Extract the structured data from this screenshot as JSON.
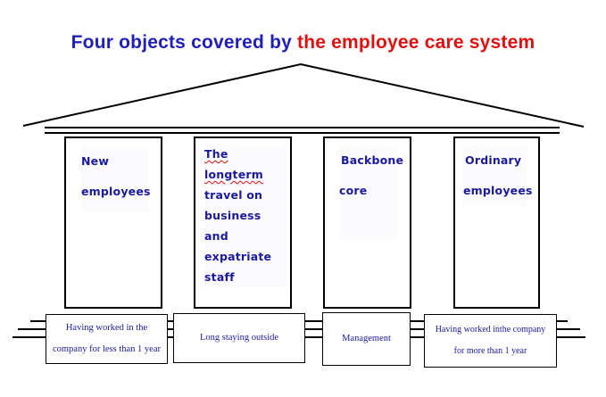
{
  "title": {
    "prefix": "Four objects covered by",
    "highlight": "the employee care system"
  },
  "colors": {
    "title_blue": "#2020b8",
    "title_red": "#e01010",
    "text_blue": "#1a1a9c",
    "lines": "#000000"
  },
  "pillars": [
    {
      "lines": [
        "New",
        "employees"
      ]
    },
    {
      "lines": [
        "The longterm",
        "travel on",
        "business and",
        "expatriate",
        "staff"
      ]
    },
    {
      "lines": [
        "Backbone",
        "core"
      ]
    },
    {
      "lines": [
        "Ordinary",
        "employees"
      ]
    }
  ],
  "bases": [
    {
      "lines": [
        "Having worked in the",
        "company for less than 1 year"
      ]
    },
    {
      "lines": [
        "Long staying outside"
      ]
    },
    {
      "lines": [
        "Management"
      ]
    },
    {
      "lines": [
        "Having worked inthe company",
        "for more than 1 year"
      ]
    }
  ]
}
